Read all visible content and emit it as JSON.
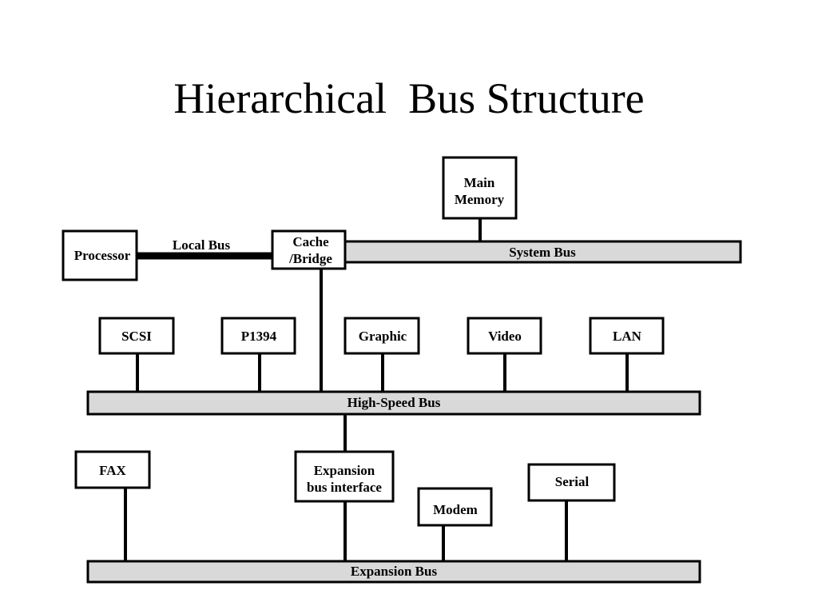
{
  "title": "Hierarchical  Bus Structure",
  "colors": {
    "bus_fill": "#d9d9d9",
    "box_fill": "#ffffff",
    "line": "#000000"
  },
  "diagram": {
    "main_memory": [
      "Main",
      "Memory"
    ],
    "processor": "Processor",
    "local_bus": "Local Bus",
    "cache_bridge": [
      "Cache",
      "/Bridge"
    ],
    "system_bus": "System Bus",
    "high_speed_devices": {
      "scsi": "SCSI",
      "p1394": "P1394",
      "graphic": "Graphic",
      "video": "Video",
      "lan": "LAN"
    },
    "high_speed_bus": "High-Speed Bus",
    "fax": "FAX",
    "expansion_bus_interface": [
      "Expansion",
      "bus interface"
    ],
    "modem": "Modem",
    "serial": "Serial",
    "expansion_bus": "Expansion Bus"
  }
}
